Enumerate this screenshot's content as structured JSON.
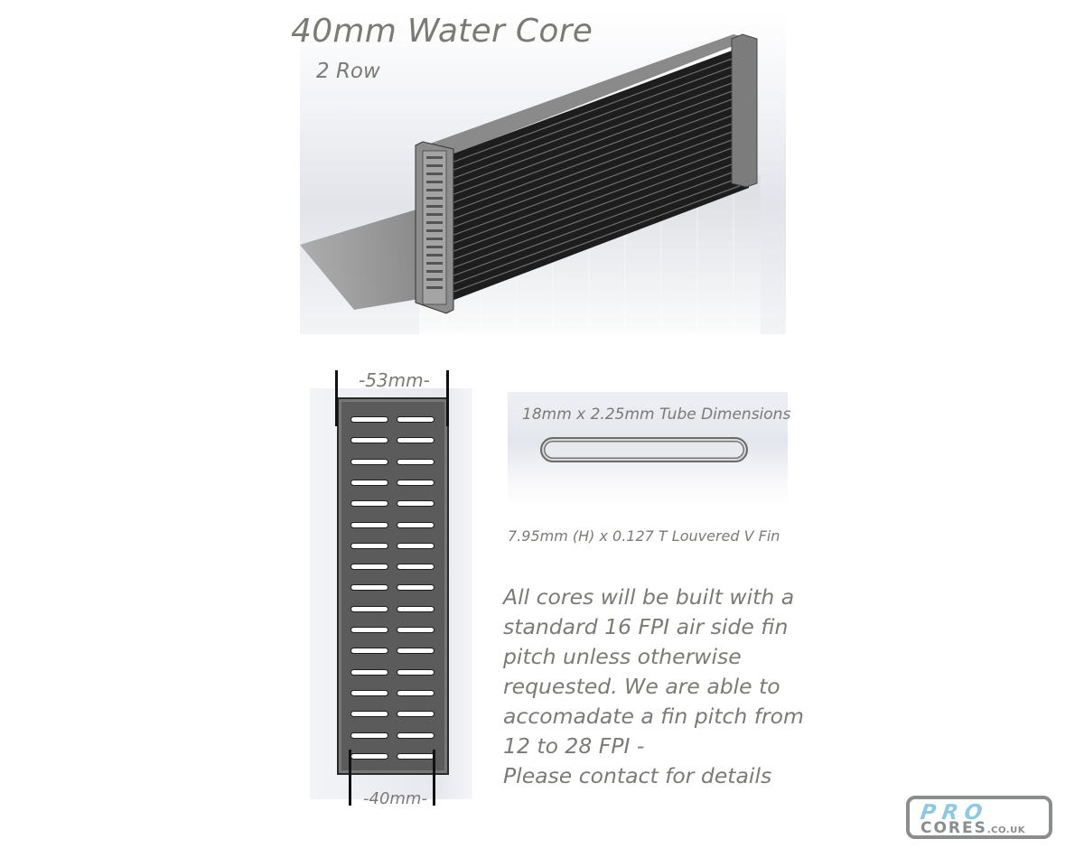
{
  "header": {
    "title": "40mm Water Core",
    "subtitle": "2 Row"
  },
  "render_3d": {
    "description": "Isometric render of 2-row water radiator core with end tanks",
    "tube_rows_visible": 17
  },
  "cross_section": {
    "top_dimension": "-53mm-",
    "bottom_dimension": "-40mm-",
    "slot_rows": 17,
    "slots_per_row": 2,
    "body_color": "#5b5b5b"
  },
  "tube": {
    "label": "18mm x 2.25mm Tube Dimensions"
  },
  "fin": {
    "label": "7.95mm (H) x 0.127 T Louvered V Fin"
  },
  "description": {
    "lines": [
      "All cores will be built with a",
      "standard 16 FPI air side fin",
      "pitch unless otherwise",
      "requested. We are able to",
      "accomadate a fin pitch from",
      "12 to 28 FPI -",
      "Please contact for details"
    ]
  },
  "logo": {
    "top": "PRO",
    "bottom": "CORES",
    "tld": ".CO.UK",
    "accent_color": "#8ec8e4",
    "frame_color": "#8a8c8e"
  }
}
